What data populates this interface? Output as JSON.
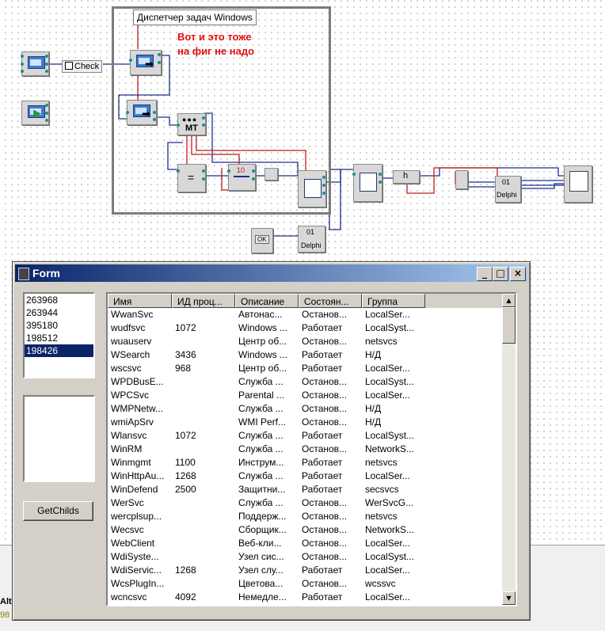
{
  "schematic": {
    "group_title": "Диспетчер задач Windows",
    "comment_line1": "Вот и это тоже",
    "comment_line2": "на фиг не надо",
    "check_label": "Check",
    "mt_label": "MT",
    "equal_label": "=",
    "num_label": "10",
    "h_label": "h",
    "ok_label": "OK",
    "delphi_label_1": "Delphi",
    "delphi_label_2": "Delphi",
    "zero_one_1": "01",
    "zero_one_2": "01",
    "wire_colors": {
      "blue": "#1a2f8c",
      "red": "#c21a1a"
    }
  },
  "background_app": {
    "text_1": "Alt",
    "text_2": "98"
  },
  "form": {
    "title": "Form",
    "minimize_glyph": "_",
    "maximize_glyph": "□",
    "close_glyph": "×",
    "pid_list": [
      "263968",
      "263944",
      "395180",
      "198512",
      "198426"
    ],
    "selected_pid": "198426",
    "button_label": "GetChilds",
    "columns": [
      "Имя",
      "ИД проц...",
      "Описание",
      "Состоян...",
      "Группа"
    ],
    "rows": [
      [
        "WwanSvc",
        "",
        "Автонас...",
        "Останов...",
        "LocalSer..."
      ],
      [
        "wudfsvc",
        "1072",
        "Windows ...",
        "Работает",
        "LocalSyst..."
      ],
      [
        "wuauserv",
        "",
        "Центр об...",
        "Останов...",
        "netsvcs"
      ],
      [
        "WSearch",
        "3436",
        "Windows ...",
        "Работает",
        "Н/Д"
      ],
      [
        "wscsvc",
        "968",
        "Центр об...",
        "Работает",
        "LocalSer..."
      ],
      [
        "WPDBusE...",
        "",
        "Служба ...",
        "Останов...",
        "LocalSyst..."
      ],
      [
        "WPCSvc",
        "",
        "Parental ...",
        "Останов...",
        "LocalSer..."
      ],
      [
        "WMPNetw...",
        "",
        "Служба ...",
        "Останов...",
        "Н/Д"
      ],
      [
        "wmiApSrv",
        "",
        "WMI Perf...",
        "Останов...",
        "Н/Д"
      ],
      [
        "Wlansvc",
        "1072",
        "Служба ...",
        "Работает",
        "LocalSyst..."
      ],
      [
        "WinRM",
        "",
        "Служба ...",
        "Останов...",
        "NetworkS..."
      ],
      [
        "Winmgmt",
        "1100",
        "Инструм...",
        "Работает",
        "netsvcs"
      ],
      [
        "WinHttpAu...",
        "1268",
        "Служба ...",
        "Работает",
        "LocalSer..."
      ],
      [
        "WinDefend",
        "2500",
        "Защитни...",
        "Работает",
        "secsvcs"
      ],
      [
        "WerSvc",
        "",
        "Служба ...",
        "Останов...",
        "WerSvcG..."
      ],
      [
        "wercplsup...",
        "",
        "Поддерж...",
        "Останов...",
        "netsvcs"
      ],
      [
        "Wecsvc",
        "",
        "Сборщик...",
        "Останов...",
        "NetworkS..."
      ],
      [
        "WebClient",
        "",
        "Веб-кли...",
        "Останов...",
        "LocalSer..."
      ],
      [
        "WdiSyste...",
        "",
        "Узел сис...",
        "Останов...",
        "LocalSyst..."
      ],
      [
        "WdiServic...",
        "1268",
        "Узел слу...",
        "Работает",
        "LocalSer..."
      ],
      [
        "WcsPlugIn...",
        "",
        "Цветова...",
        "Останов...",
        "wcssvc"
      ],
      [
        "wcncsvc",
        "4092",
        "Немедле...",
        "Работает",
        "LocalSer..."
      ]
    ],
    "scroll_up_glyph": "▲",
    "scroll_down_glyph": "▼"
  }
}
